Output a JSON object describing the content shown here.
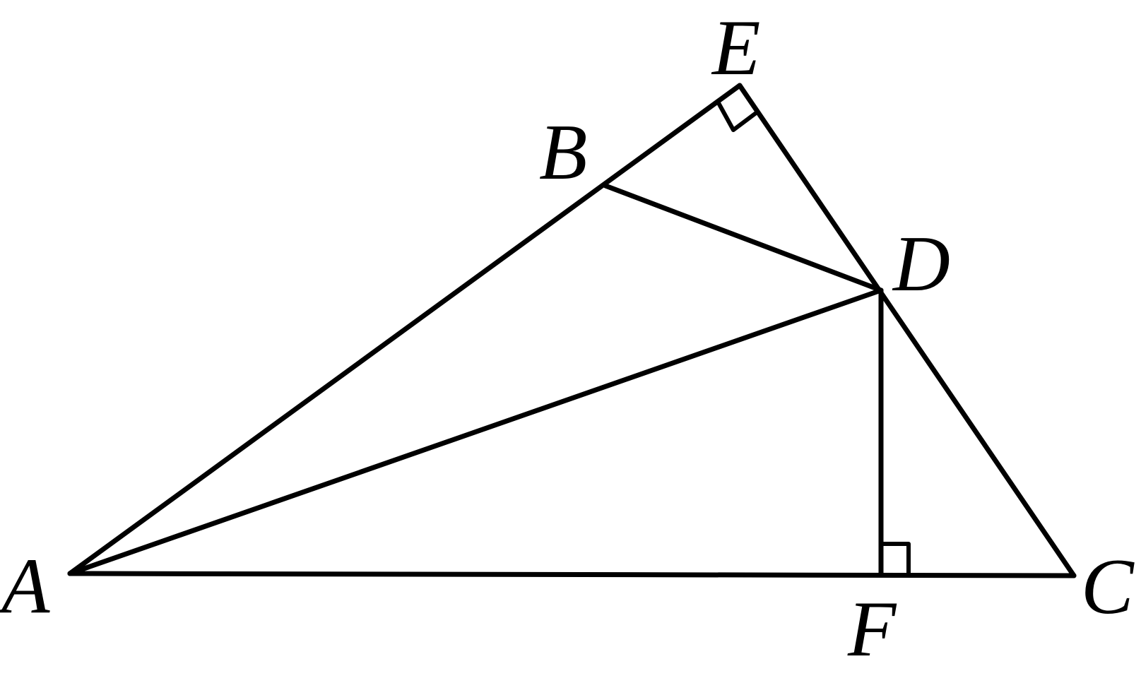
{
  "diagram": {
    "points": [
      {
        "id": "A",
        "label": "A"
      },
      {
        "id": "B",
        "label": "B"
      },
      {
        "id": "C",
        "label": "C"
      },
      {
        "id": "D",
        "label": "D"
      },
      {
        "id": "E",
        "label": "E"
      },
      {
        "id": "F",
        "label": "F"
      }
    ],
    "segments": [
      [
        "A",
        "E"
      ],
      [
        "E",
        "C"
      ],
      [
        "A",
        "C"
      ],
      [
        "A",
        "D"
      ],
      [
        "B",
        "D"
      ],
      [
        "D",
        "F"
      ]
    ],
    "right_angles": [
      "E",
      "F"
    ],
    "stroke_color": "#000000",
    "background_color": "#ffffff"
  }
}
